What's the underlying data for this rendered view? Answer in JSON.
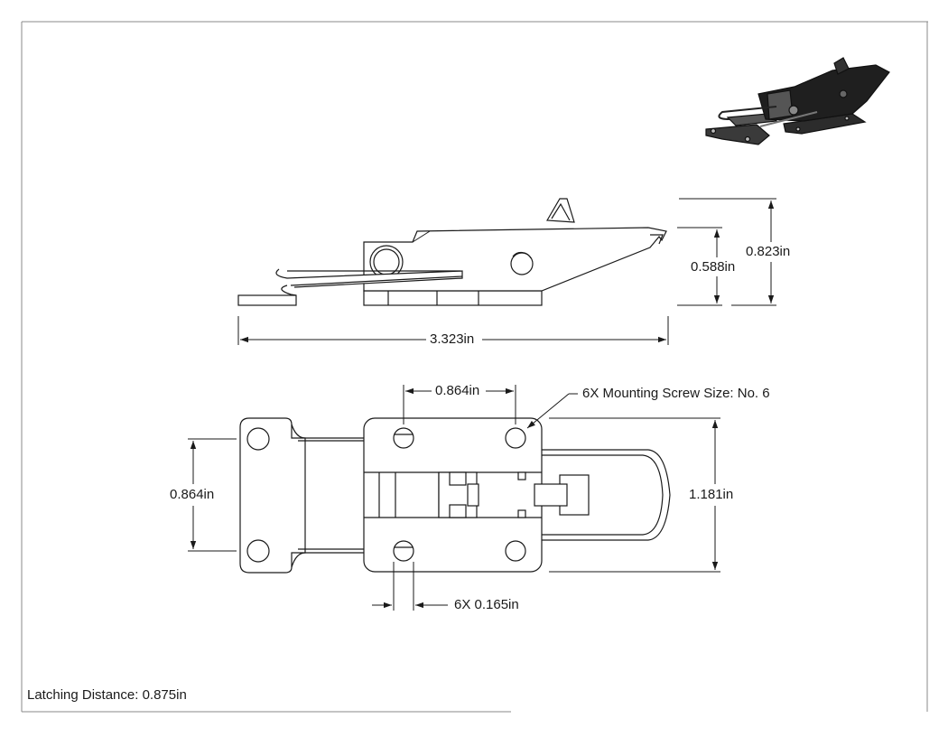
{
  "dimensions": {
    "overall_length": "3.323in",
    "total_height": "0.823in",
    "body_height": "0.588in",
    "hole_spacing_horizontal": "0.864in",
    "hole_spacing_vertical": "0.864in",
    "overall_width": "1.181in",
    "hole_diameter": "6X 0.165in"
  },
  "callouts": {
    "mounting_screw": "6X Mounting Screw Size: No. 6"
  },
  "notes": {
    "latching_distance": "Latching Distance: 0.875in"
  }
}
